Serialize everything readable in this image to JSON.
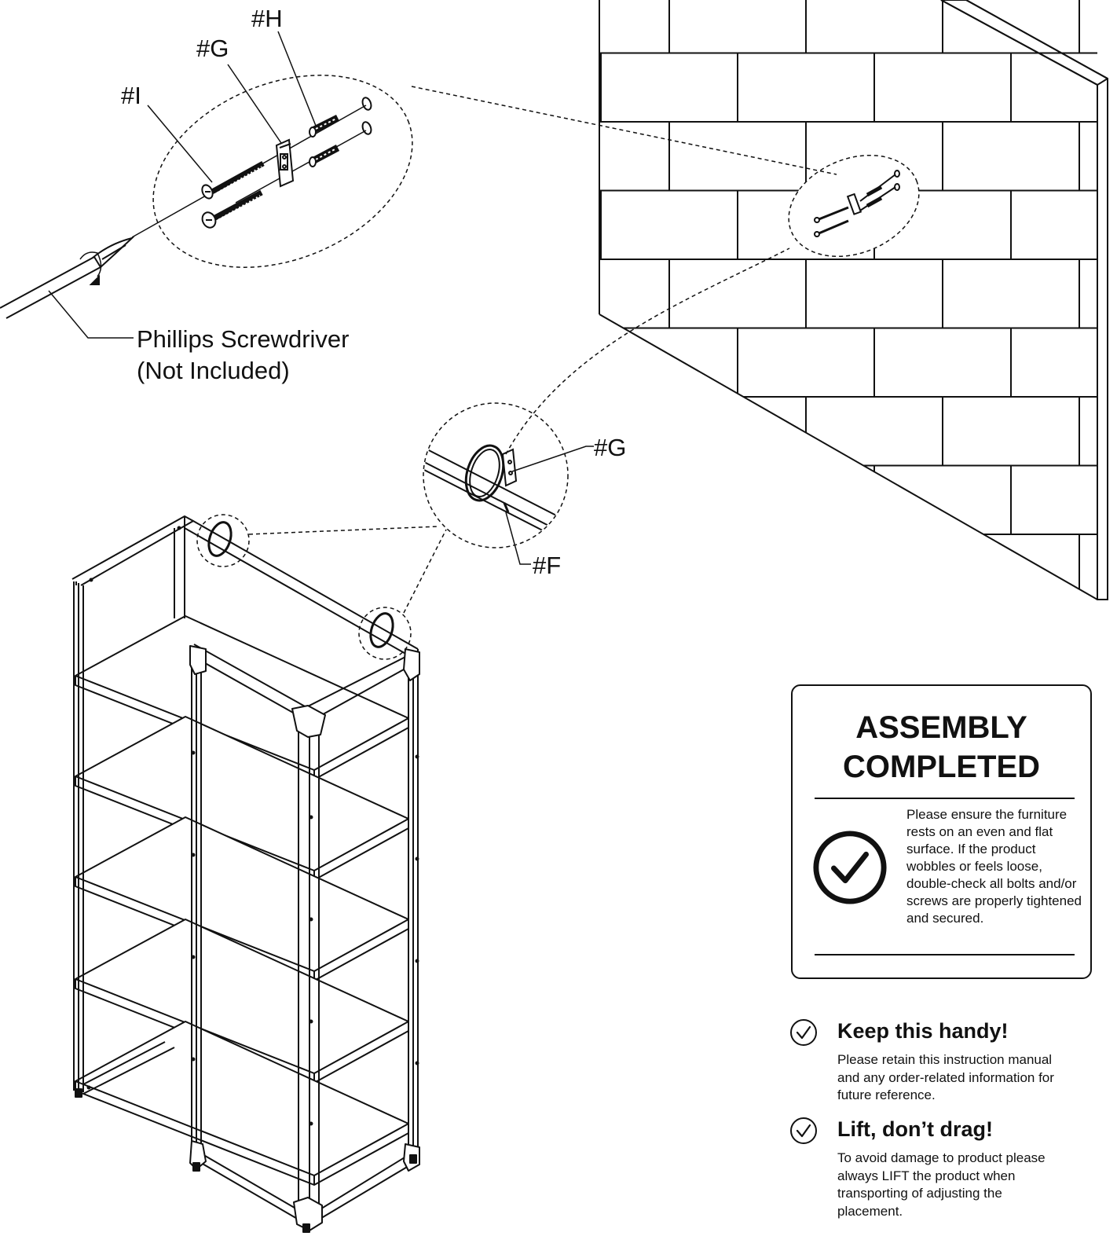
{
  "callouts": {
    "part_h": "#H",
    "part_g_top": "#G",
    "part_i": "#I",
    "part_g_bracket": "#G",
    "part_f": "#F",
    "screwdriver_line1": "Phillips Screwdriver",
    "screwdriver_line2": "(Not Included)"
  },
  "completed_card": {
    "title": "ASSEMBLY\nCOMPLETED",
    "text": "Please ensure the furniture rests on an even and flat surface. If the product wobbles or feels loose, double-check all bolts and/or screws are properly tightened and secured.",
    "icon": "check-circle-icon"
  },
  "tips": [
    {
      "title": "Keep this handy!",
      "text": "Please retain this instruction manual and any order-related information for future reference.",
      "icon": "check-circle-icon"
    },
    {
      "title": "Lift, don’t drag!",
      "text": "To avoid damage to product please always LIFT the product when transporting of adjusting the placement.",
      "icon": "check-circle-icon"
    }
  ],
  "colors": {
    "ink": "#111111",
    "paper": "#ffffff"
  }
}
